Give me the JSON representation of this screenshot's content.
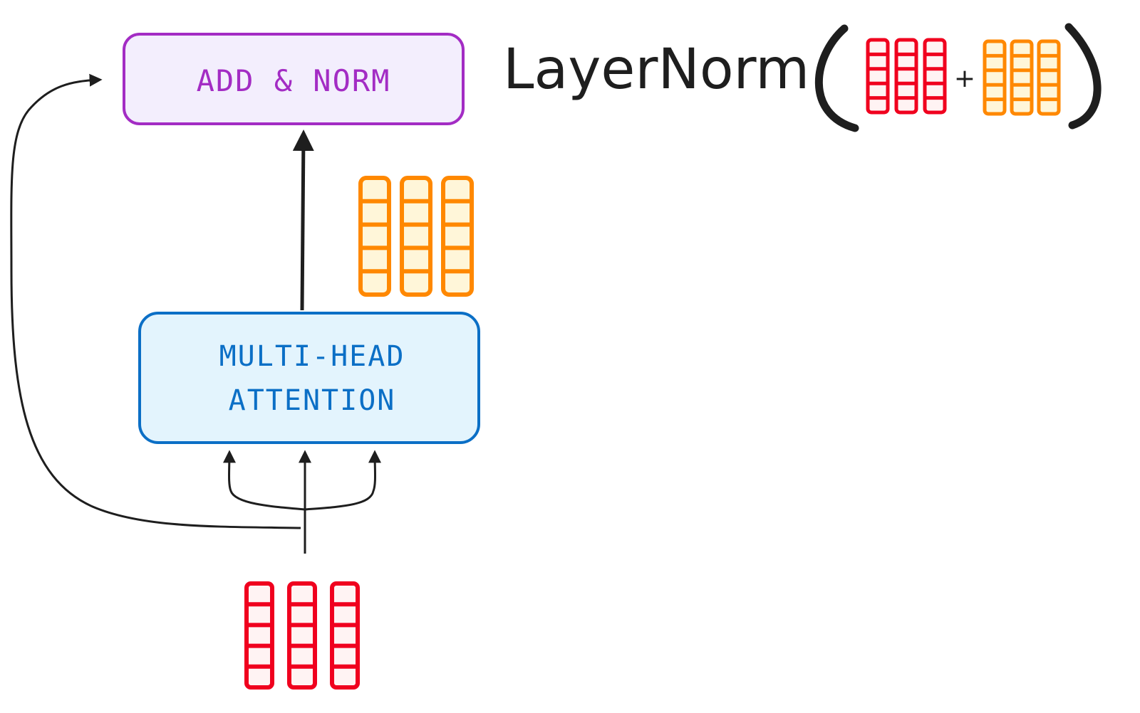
{
  "title": "Add & Norm residual connection around Multi-Head Attention",
  "colors": {
    "ink": "#1e1e1e",
    "add_norm_stroke": "#a32cc4",
    "add_norm_fill": "#f3eefd",
    "mha_stroke": "#0b6fc6",
    "mha_fill": "#e3f4fd",
    "input_stroke": "#f0001e",
    "input_fill": "#fff3f3",
    "attn_stroke": "#ff8800",
    "attn_fill": "#fff6d9"
  },
  "nodes": {
    "add_norm": {
      "label": "ADD & NORM"
    },
    "mha": {
      "label_line1": "MULTI-HEAD",
      "label_line2": "ATTENTION"
    }
  },
  "vectors": {
    "input": {
      "name": "input embeddings",
      "count": 3,
      "cells": 5
    },
    "attention_output": {
      "name": "attention output",
      "count": 3,
      "cells": 5
    }
  },
  "formula": {
    "function_name": "LayerNorm",
    "open_paren": "(",
    "operator": "+",
    "close_paren": ")",
    "left_operand": "input embeddings",
    "right_operand": "attention output"
  },
  "edges": [
    {
      "from": "input",
      "to": "mha",
      "branches": 3
    },
    {
      "from": "mha",
      "to": "add_norm"
    },
    {
      "from": "input",
      "to": "add_norm",
      "type": "residual"
    }
  ]
}
